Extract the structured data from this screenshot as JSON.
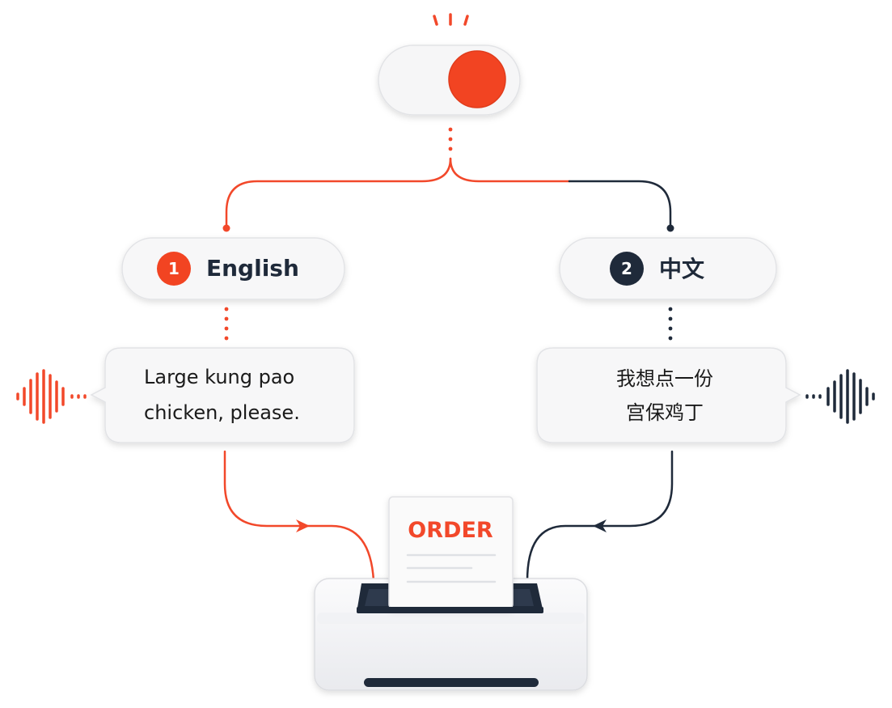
{
  "colors": {
    "accent": "#f2482a",
    "dark": "#1f2a3a"
  },
  "toggle": {
    "state": "on",
    "icon": "toggle-switch-icon"
  },
  "languages": [
    {
      "number": "1",
      "label": "English",
      "speech_lines": [
        "Large kung pao",
        "chicken, please."
      ]
    },
    {
      "number": "2",
      "label": "中文",
      "speech_lines": [
        "我想点一份",
        "宫保鸡丁"
      ]
    }
  ],
  "order": {
    "label": "ORDER",
    "icon": "printer-icon"
  }
}
